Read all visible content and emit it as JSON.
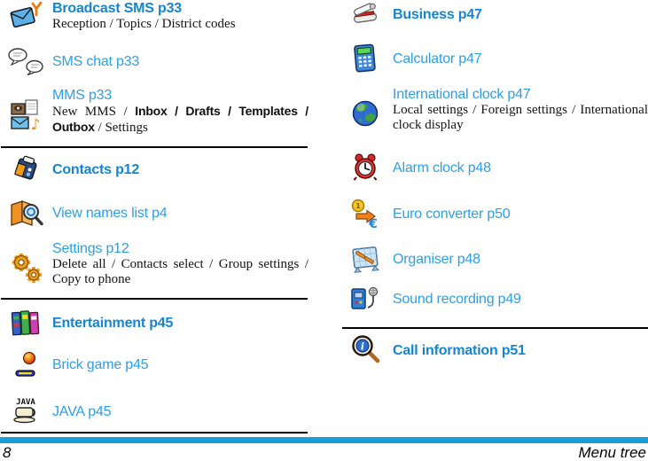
{
  "left": {
    "broadcast_sms": {
      "title": "Broadcast SMS p33",
      "subtitle": "Reception / Topics / District codes"
    },
    "sms_chat": {
      "title": "SMS chat p33"
    },
    "mms": {
      "title": "MMS p33",
      "sub_serif_1": "New MMS / ",
      "sub_bold": "Inbox / Drafts / Templates / Outbox",
      "sub_serif_2": " / Settings"
    },
    "contacts": {
      "title": "Contacts p12"
    },
    "view_names_list": {
      "title": "View names list p4"
    },
    "settings": {
      "title": "Settings p12",
      "subtitle": "Delete all / Contacts select / Group settings / Copy to phone"
    },
    "entertainment": {
      "title": "Entertainment p45"
    },
    "brick_game": {
      "title": "Brick game p45"
    },
    "java": {
      "title": "JAVA p45"
    }
  },
  "right": {
    "business": {
      "title": "Business p47"
    },
    "calculator": {
      "title": "Calculator p47"
    },
    "international_clock": {
      "title": "International clock p47",
      "subtitle": "Local settings / Foreign settings / International clock display"
    },
    "alarm_clock": {
      "title": "Alarm clock p48"
    },
    "euro_converter": {
      "title": "Euro converter p50"
    },
    "organiser": {
      "title": "Organiser p48"
    },
    "sound_recording": {
      "title": "Sound recording p49"
    },
    "call_information": {
      "title": "Call information p51"
    }
  },
  "footer": {
    "page_number": "8",
    "title": "Menu tree"
  },
  "colors": {
    "link_blue": "#2b9fe8",
    "link_blue_bold": "#1485d3",
    "footer_bar_blue": "#1b9cdb",
    "divider": "#000000"
  },
  "icons": {
    "broadcast-sms-icon": "blue envelope with orange antenna",
    "sms-chat-icon": "two speech bubbles",
    "mms-icon": "photo, page, envelope and music note",
    "contacts-icon": "tilted contacts gadget",
    "view-names-list-icon": "orange book with magnifier",
    "settings-icon": "two orange gears",
    "entertainment-icon": "row of colorful books",
    "brick-game-icon": "ball and paddle",
    "java-icon": "JAVA coffee cup",
    "business-icon": "small desk device",
    "calculator-icon": "blue calculator",
    "international-clock-icon": "globe",
    "alarm-clock-icon": "red alarm clock",
    "euro-converter-icon": "coin with arrow and euro sign",
    "organiser-icon": "calendar board",
    "sound-recording-icon": "recorder with microphone",
    "call-information-icon": "magnifier with info symbol"
  }
}
